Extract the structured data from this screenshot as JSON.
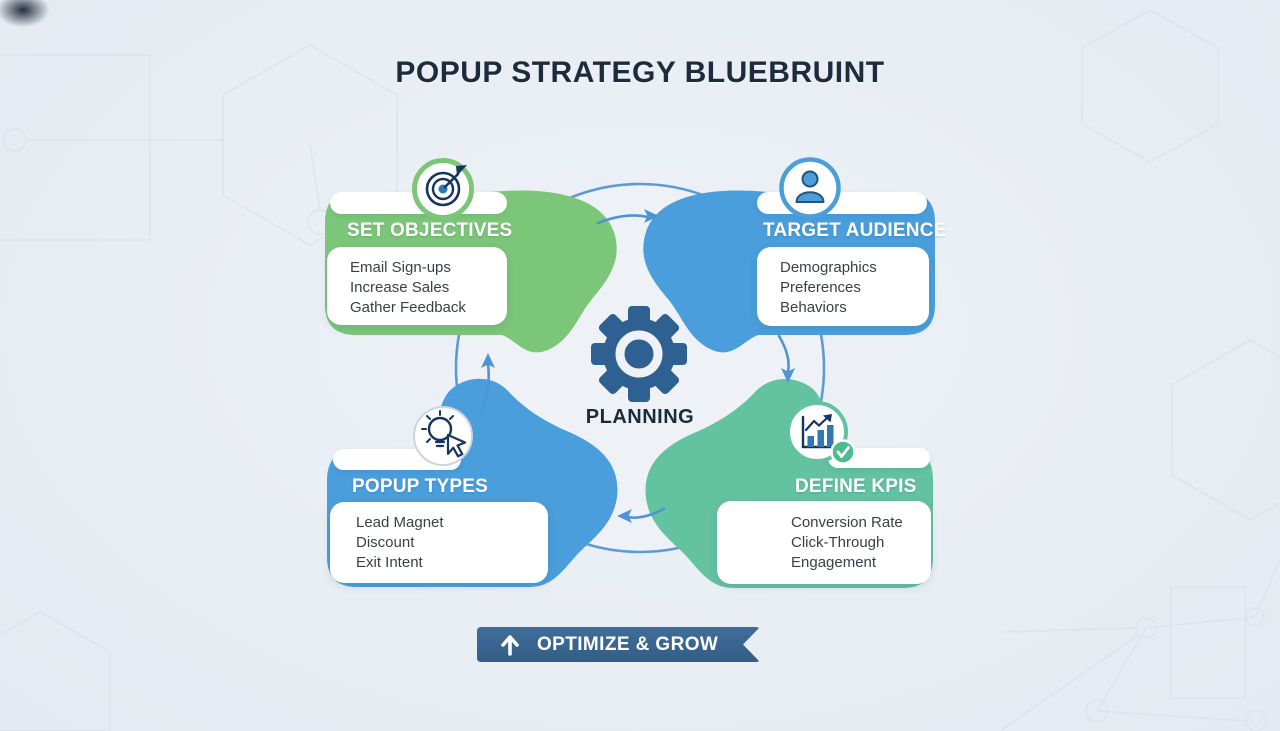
{
  "title": "POPUP STRATEGY BLUEBRUINT",
  "center": {
    "label": "PLANNING",
    "icon": "gear-icon"
  },
  "cards": [
    {
      "id": "set-objectives",
      "title": "SET OBJECTIVES",
      "icon": "target-icon",
      "color": "#7cc679",
      "items": [
        "Email Sign-ups",
        "Increase Sales",
        "Gather Feedback"
      ]
    },
    {
      "id": "target-audience",
      "title": "TARGET AUDIENCE",
      "icon": "person-icon",
      "color": "#4a9edb",
      "items": [
        "Demographics",
        "Preferences",
        "Behaviors"
      ]
    },
    {
      "id": "popup-types",
      "title": "POPUP TYPES",
      "icon": "lightbulb-cursor-icon",
      "color": "#4a9edb",
      "items": [
        "Lead Magnet",
        "Discount",
        "Exit Intent"
      ]
    },
    {
      "id": "define-kpis",
      "title": "DEFINE KPIS",
      "icon": "bar-chart-check-icon",
      "color": "#63c2a0",
      "items": [
        "Conversion Rate",
        "Click-Through",
        "Engagement"
      ]
    }
  ],
  "banner": {
    "label": "OPTIMIZE & GROW",
    "icon": "up-arrow-icon",
    "color": "#35618b"
  },
  "flow_direction": "clockwise",
  "colors": {
    "background": "#e9eef4",
    "green": "#7cc679",
    "blue": "#4a9edb",
    "teal": "#63c2a0",
    "navy_text": "#1d2b3d",
    "icon_navy": "#16355c",
    "icon_blue": "#2f77b5",
    "arrow_blue": "#4e94d4",
    "check_green": "#4cbc8b",
    "banner_blue": "#35618b"
  }
}
